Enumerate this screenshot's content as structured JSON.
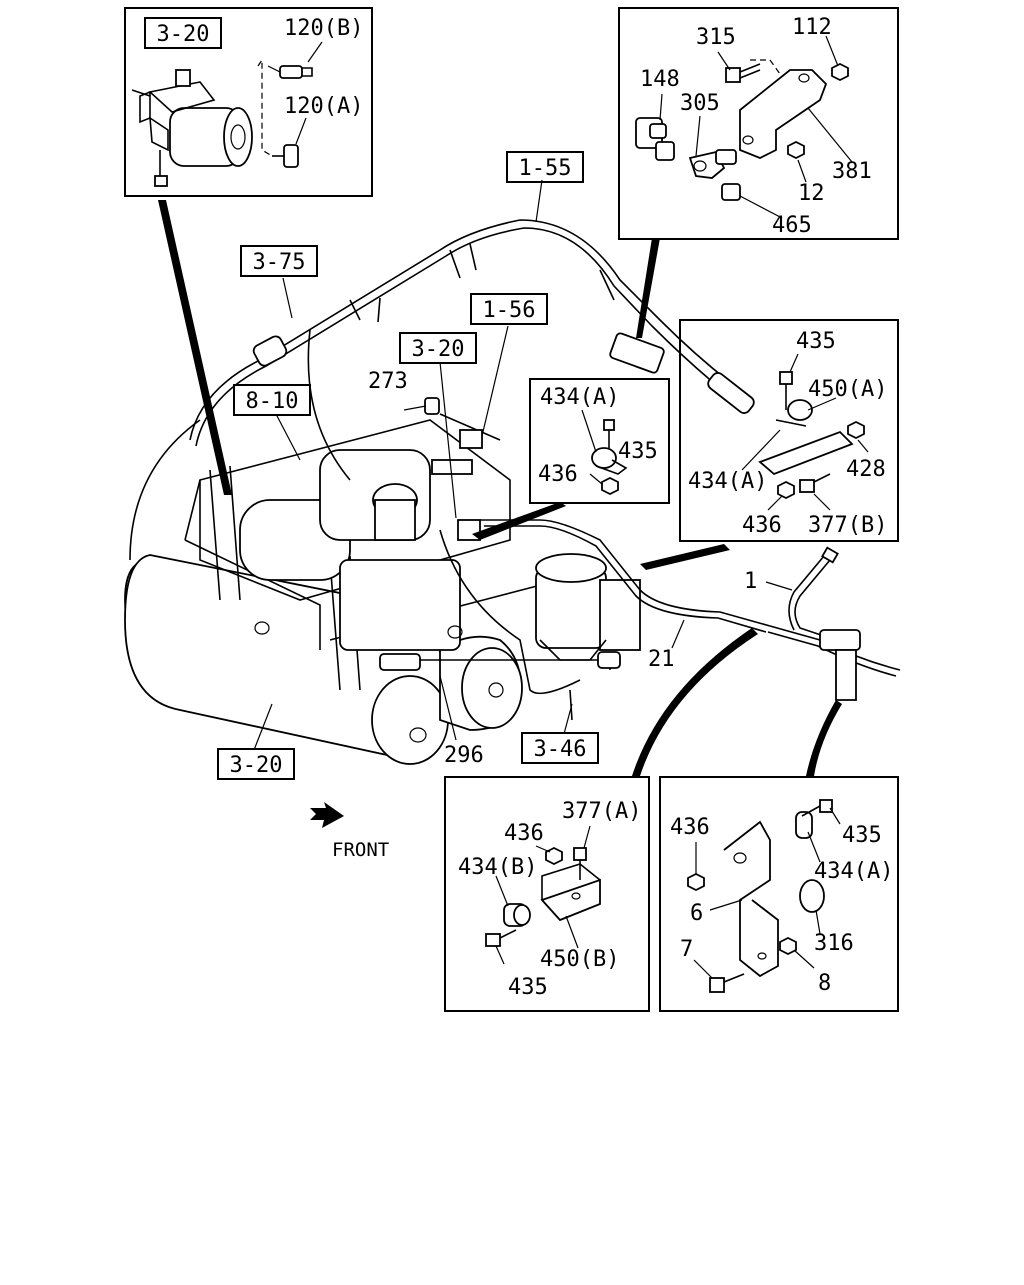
{
  "refs": {
    "r_3_20_top": "3-20",
    "r_1_55": "1-55",
    "r_3_75": "3-75",
    "r_1_56": "1-56",
    "r_3_20_mid": "3-20",
    "r_8_10": "8-10",
    "r_3_46": "3-46",
    "r_3_20_bottom": "3-20"
  },
  "labels": {
    "p120b": "120(B)",
    "p120a": "120(A)",
    "p315": "315",
    "p112": "112",
    "p148": "148",
    "p305": "305",
    "p381": "381",
    "p12": "12",
    "p465": "465",
    "p273": "273",
    "p435_c": "435",
    "p434a_c": "434(A)",
    "p436_c": "436",
    "p435_r": "435",
    "p450a_r": "450(A)",
    "p434a_r": "434(A)",
    "p428_r": "428",
    "p436_r": "436",
    "p377b_r": "377(B)",
    "p1": "1",
    "p21": "21",
    "p296": "296",
    "p377a_b": "377(A)",
    "p436_b": "436",
    "p434b_b": "434(B)",
    "p450b_b": "450(B)",
    "p435_b": "435",
    "p436_br": "436",
    "p435_br": "435",
    "p434a_br": "434(A)",
    "p6_br": "6",
    "p316_br": "316",
    "p7_br": "7",
    "p8_br": "8",
    "front": "FRONT"
  },
  "icons": {
    "front_arrow": "arrow-right-down-icon"
  }
}
